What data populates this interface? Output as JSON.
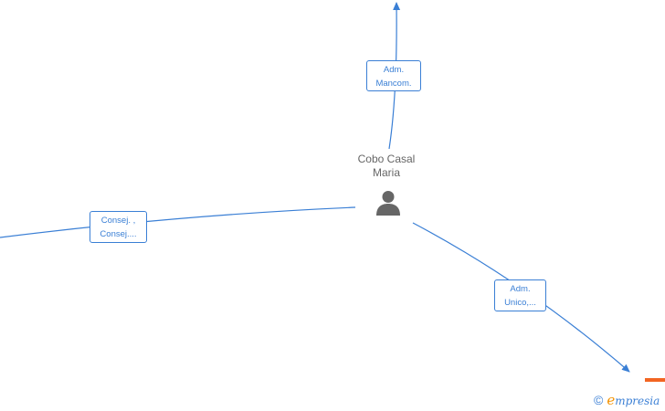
{
  "center_node": {
    "name_line1": "Cobo Casal",
    "name_line2": "Maria",
    "icon": "person-icon"
  },
  "edges": [
    {
      "label_line1": "Adm.",
      "label_line2": "Mancom."
    },
    {
      "label_line1": "Consej. ,",
      "label_line2": "Consej...."
    },
    {
      "label_line1": "Adm.",
      "label_line2": "Unico,..."
    }
  ],
  "colors": {
    "edge": "#3a7fd5",
    "node_text": "#666666",
    "icon": "#666666",
    "accent": "#f26522",
    "brand_e": "#f39200"
  },
  "brand": {
    "copyright": "©",
    "logo_initial": "e",
    "logo_rest": "mpresia"
  }
}
